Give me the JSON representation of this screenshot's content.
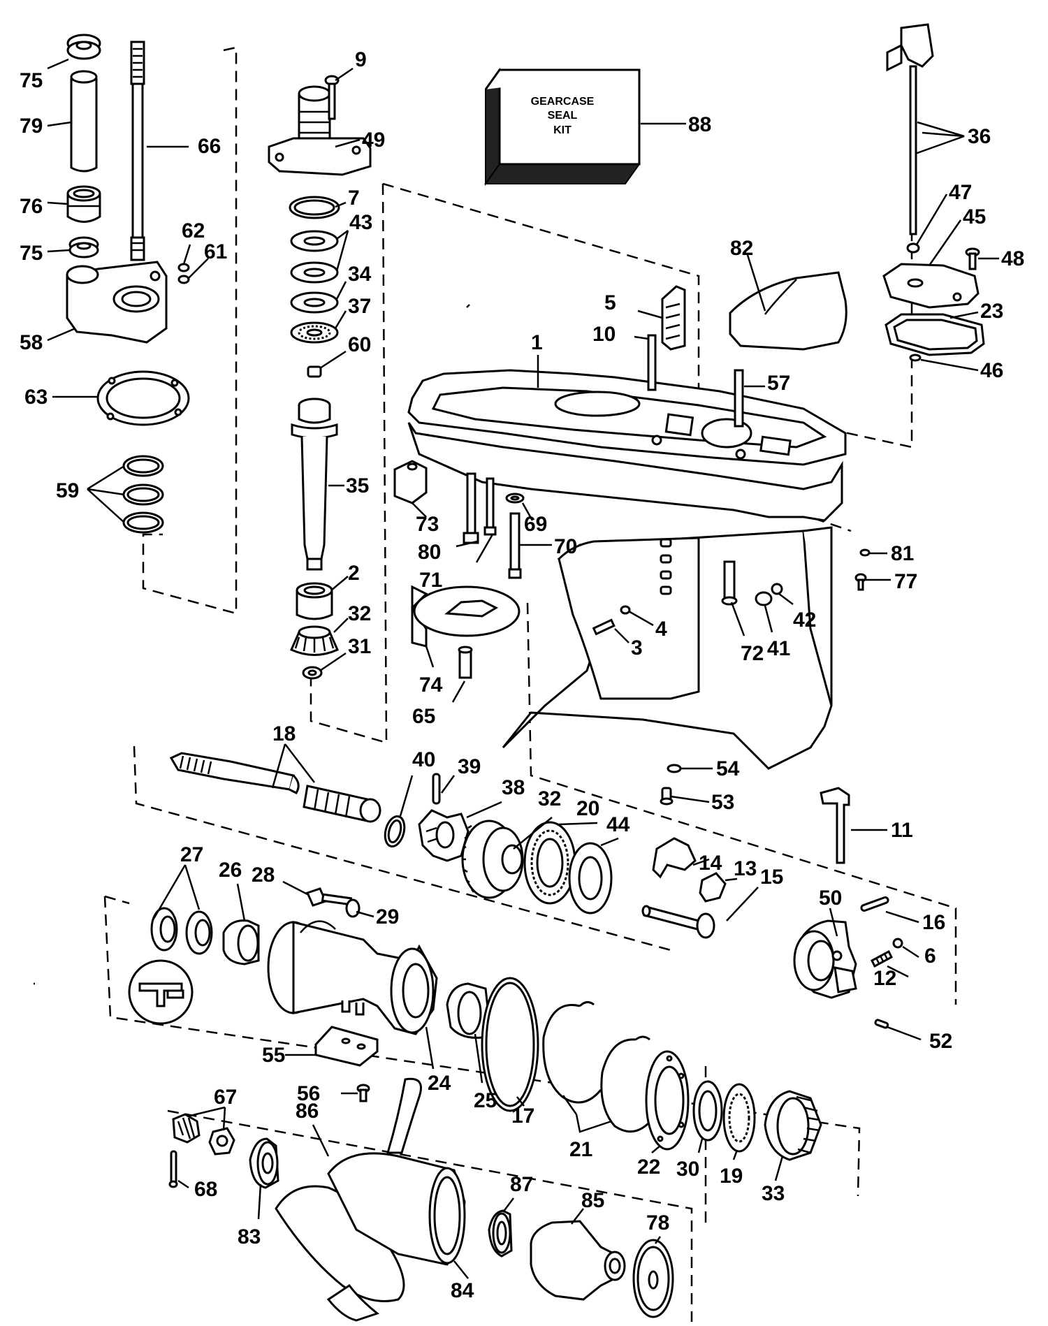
{
  "kit": {
    "line1": "GEARCASE",
    "line2": "SEAL",
    "line3": "KIT",
    "number": "88"
  },
  "labels": {
    "p1": "1",
    "p2": "2",
    "p3": "3",
    "p4": "4",
    "p5": "5",
    "p6": "6",
    "p7": "7",
    "p9": "9",
    "p10": "10",
    "p11": "11",
    "p12": "12",
    "p13": "13",
    "p14": "14",
    "p15": "15",
    "p16": "16",
    "p17": "17",
    "p18": "18",
    "p19": "19",
    "p20": "20",
    "p21": "21",
    "p22": "22",
    "p23": "23",
    "p24": "24",
    "p25": "25",
    "p26": "26",
    "p27": "27",
    "p28": "28",
    "p29": "29",
    "p30": "30",
    "p31": "31",
    "p32a": "32",
    "p32b": "32",
    "p33": "33",
    "p34": "34",
    "p35": "35",
    "p36": "36",
    "p37": "37",
    "p38": "38",
    "p39": "39",
    "p40": "40",
    "p41": "41",
    "p42": "42",
    "p43": "43",
    "p44": "44",
    "p45": "45",
    "p46": "46",
    "p47": "47",
    "p48": "48",
    "p49": "49",
    "p50": "50",
    "p52": "52",
    "p53": "53",
    "p54": "54",
    "p55": "55",
    "p56": "56",
    "p57": "57",
    "p58": "58",
    "p59": "59",
    "p60": "60",
    "p61": "61",
    "p62": "62",
    "p63": "63",
    "p65": "65",
    "p66": "66",
    "p67": "67",
    "p68": "68",
    "p69": "69",
    "p70": "70",
    "p71": "71",
    "p72": "72",
    "p73": "73",
    "p74": "74",
    "p75a": "75",
    "p75b": "75",
    "p76": "76",
    "p77": "77",
    "p78": "78",
    "p79": "79",
    "p80": "80",
    "p81": "81",
    "p82": "82",
    "p83": "83",
    "p84": "84",
    "p85": "85",
    "p86": "86",
    "p87": "87"
  }
}
